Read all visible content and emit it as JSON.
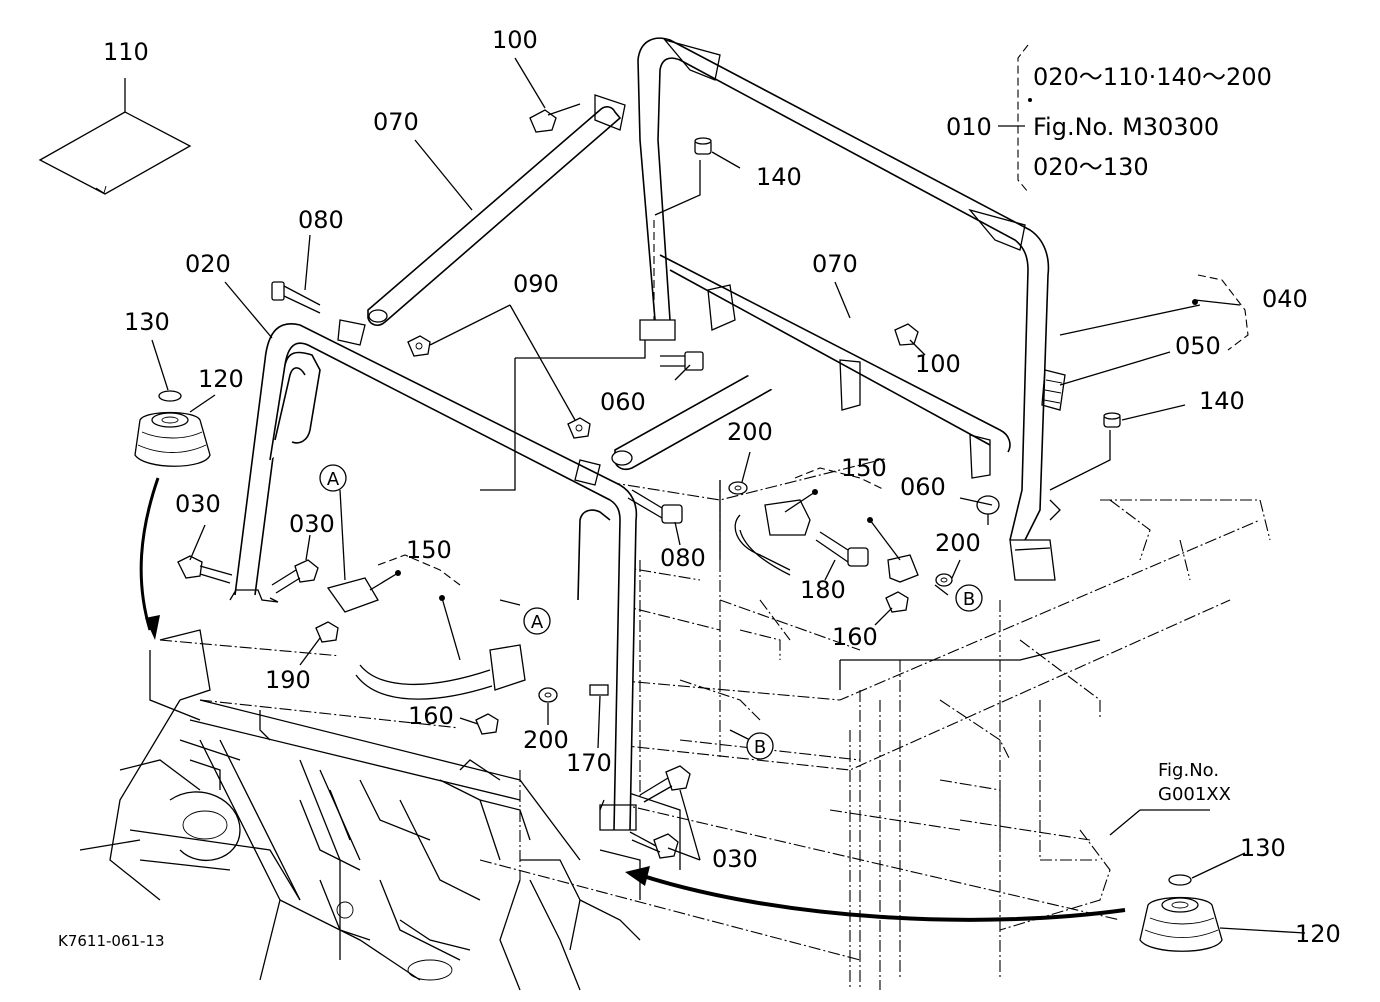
{
  "callouts": [
    {
      "id": "c110",
      "text": "110"
    },
    {
      "id": "c100a",
      "text": "100"
    },
    {
      "id": "c070a",
      "text": "070"
    },
    {
      "id": "c140a",
      "text": "140"
    },
    {
      "id": "c080a",
      "text": "080"
    },
    {
      "id": "c020",
      "text": "020"
    },
    {
      "id": "c090",
      "text": "090"
    },
    {
      "id": "c070b",
      "text": "070"
    },
    {
      "id": "c130a",
      "text": "130"
    },
    {
      "id": "c120a",
      "text": "120"
    },
    {
      "id": "c060a",
      "text": "060"
    },
    {
      "id": "c100b",
      "text": "100"
    },
    {
      "id": "c040",
      "text": "040"
    },
    {
      "id": "c050",
      "text": "050"
    },
    {
      "id": "c140b",
      "text": "140"
    },
    {
      "id": "c200a",
      "text": "200"
    },
    {
      "id": "c150a",
      "text": "150"
    },
    {
      "id": "c060b",
      "text": "060"
    },
    {
      "id": "c030a",
      "text": "030"
    },
    {
      "id": "c030b",
      "text": "030"
    },
    {
      "id": "c080b",
      "text": "080"
    },
    {
      "id": "c180",
      "text": "180"
    },
    {
      "id": "c200b",
      "text": "200"
    },
    {
      "id": "c150b",
      "text": "150"
    },
    {
      "id": "c160a",
      "text": "160"
    },
    {
      "id": "c190",
      "text": "190"
    },
    {
      "id": "c160b",
      "text": "160"
    },
    {
      "id": "c200c",
      "text": "200"
    },
    {
      "id": "c170",
      "text": "170"
    },
    {
      "id": "c030c",
      "text": "030"
    },
    {
      "id": "c130b",
      "text": "130"
    },
    {
      "id": "c120b",
      "text": "120"
    }
  ],
  "circle_marks": [
    {
      "id": "mA1",
      "text": "A"
    },
    {
      "id": "mA2",
      "text": "A"
    },
    {
      "id": "mB1",
      "text": "B"
    },
    {
      "id": "mB2",
      "text": "B"
    }
  ],
  "assembly_note": {
    "ref": "010",
    "line1": "020～110·140～200",
    "line2": "Fig.No.  M30300",
    "line3": "020～130"
  },
  "fig_ref": {
    "line1": "Fig.No.",
    "line2": "G001XX"
  },
  "drawing_code": "K7611-061-13"
}
